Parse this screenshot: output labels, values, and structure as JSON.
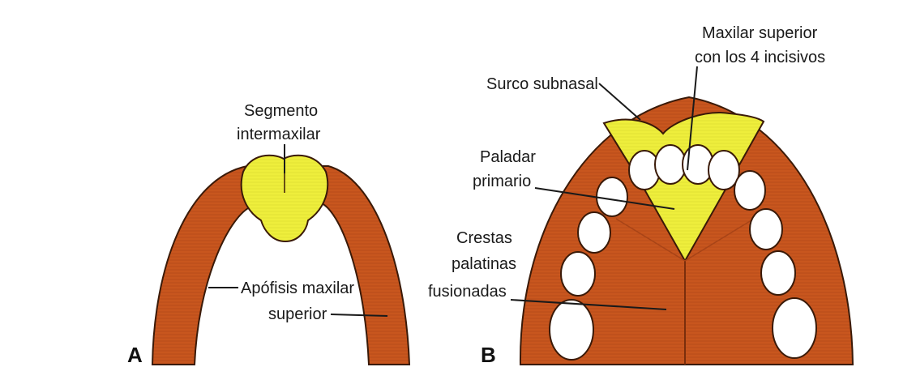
{
  "panel_a": {
    "letter": "A",
    "labels": {
      "segmento_line1": "Segmento",
      "segmento_line2": "intermaxilar",
      "apofisis_line1": "Apófisis maxilar",
      "apofisis_line2": "superior"
    }
  },
  "panel_b": {
    "letter": "B",
    "labels": {
      "maxilar_line1": "Maxilar superior",
      "maxilar_line2": "con los 4 incisivos",
      "surco": "Surco subnasal",
      "paladar_line1": "Paladar",
      "paladar_line2": "primario",
      "crestas_line1": "Crestas",
      "crestas_line2": "palatinas",
      "crestas_line3": "fusionadas"
    }
  },
  "colors": {
    "maxillary_process": "#c8561e",
    "maxillary_dark": "#8e3a12",
    "intermaxillary": "#eeee3c",
    "teeth": "#ffffff",
    "outline": "#3a1a08"
  }
}
